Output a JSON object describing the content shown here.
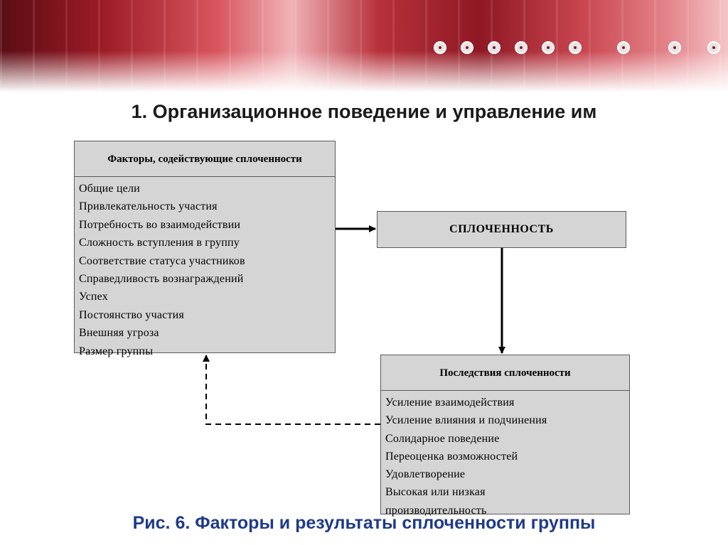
{
  "slide_title": "1. Организационное поведение и управление им",
  "diagram": {
    "factors": {
      "title": "Факторы, содействующие сплоченности",
      "items": [
        "Общие цели",
        "Привлекательность участия",
        "Потребность во взаимодействии",
        "Сложность вступления в группу",
        "Соответствие статуса участников",
        "Справедливость вознаграждений",
        "Успех",
        "Постоянство участия",
        "Внешняя угроза",
        "Размер группы"
      ]
    },
    "cohesion": "СПЛОЧЕННОСТЬ",
    "consequences": {
      "title": "Последствия сплоченности",
      "items": [
        "Усиление взаимодействия",
        "Усиление влияния и подчинения",
        "Солидарное поведение",
        "Переоценка возможностей",
        "Удовлетворение",
        "Высокая или низкая",
        "производительность"
      ]
    }
  },
  "figure_caption": "Рис. 6. Факторы и результаты сплоченности группы",
  "colors": {
    "box_fill": "#d5d5d5",
    "caption": "#1f3a8a",
    "banner_accent": "#b7313b"
  }
}
